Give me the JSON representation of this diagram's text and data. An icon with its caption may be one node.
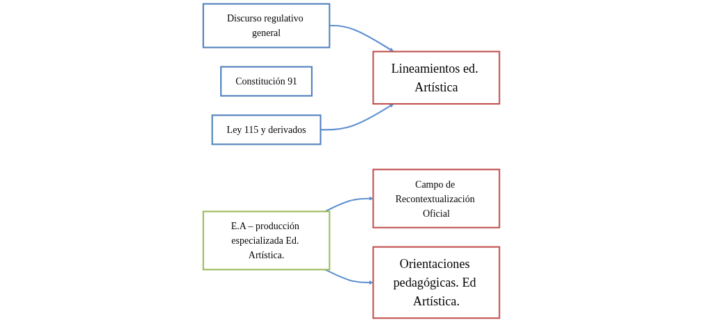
{
  "diagram": {
    "nodes": [
      {
        "text": [
          "Discurso regulativo general"
        ]
      },
      {
        "text": [
          "Constitución 91"
        ]
      },
      {
        "text": [
          "Ley 115 y derivados"
        ]
      },
      {
        "text": [
          "Campo de Recontextualización Oficial"
        ]
      },
      {
        "text": [
          "Lineamientos ed. Artística"
        ]
      },
      {
        "text": [
          "Orientaciones pedagógicas. Ed Artística."
        ]
      },
      {
        "text": [
          "E.A – producción especializada Ed. Artística."
        ]
      }
    ],
    "edges": [
      {
        "from": 0,
        "to": 4,
        "arrow": "to"
      },
      {
        "from": 2,
        "to": 4,
        "arrow": "to"
      },
      {
        "from": 6,
        "to": 3,
        "arrow": "to"
      },
      {
        "from": 6,
        "to": 5,
        "arrow": "to"
      }
    ]
  }
}
